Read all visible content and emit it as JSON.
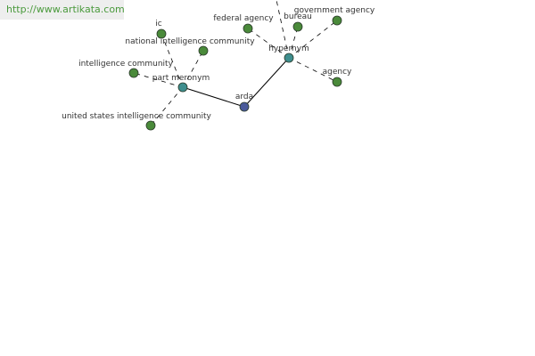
{
  "banner": {
    "url": "http://www.artikata.com"
  },
  "colors": {
    "edge": "#000000",
    "label": "#333333",
    "banner_text": "#4a9a3c",
    "banner_bg": "#eeeeee",
    "root_node": "#4a5a9a",
    "relation_node": "#3e8e8e",
    "leaf_node": "#4a8a3a",
    "node_stroke": "#2a3a2a"
  },
  "graph": {
    "root": {
      "id": "arda",
      "label": "arda"
    },
    "relations": [
      {
        "id": "part-meronym",
        "label": "part meronym",
        "children": [
          {
            "id": "ic",
            "label": "ic"
          },
          {
            "id": "national-intelligence-community",
            "label": "national intelligence community"
          },
          {
            "id": "intelligence-community",
            "label": "intelligence community"
          },
          {
            "id": "united-states-intelligence-community",
            "label": "united states intelligence community"
          }
        ]
      },
      {
        "id": "hypernym",
        "label": "hypernym",
        "children": [
          {
            "id": "federal-agency",
            "label": "federal agency"
          },
          {
            "id": "bureau",
            "label": "bureau"
          },
          {
            "id": "government-agency",
            "label": "government agency"
          },
          {
            "id": "agency",
            "label": "agency"
          }
        ]
      }
    ]
  }
}
